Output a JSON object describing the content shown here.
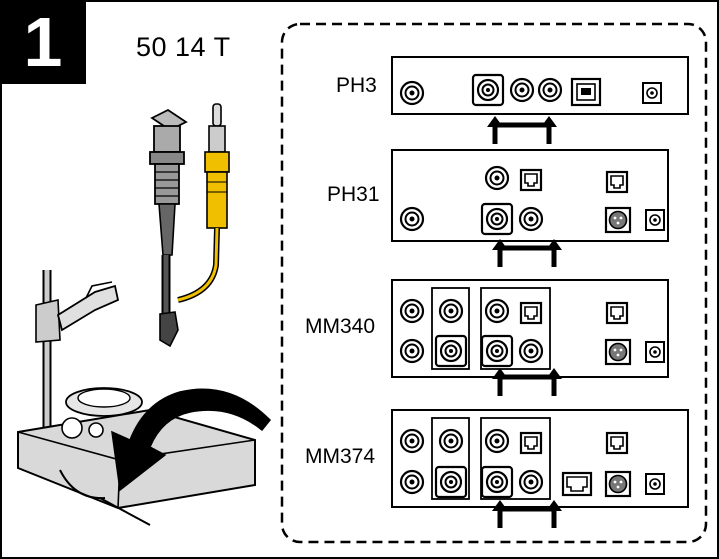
{
  "step": {
    "number": "1"
  },
  "header": {
    "model_code": "50 14 T"
  },
  "meters": [
    {
      "name": "PH3"
    },
    {
      "name": "PH31"
    },
    {
      "name": "MM340"
    },
    {
      "name": "MM374"
    }
  ],
  "colors": {
    "line": "#000000",
    "background": "#ffffff",
    "bnc_gray": "#a0a0a0",
    "banana_yellow": "#f0c000",
    "meter_body": "#d0d0d0"
  },
  "icons": [
    "bnc-connector-icon",
    "banana-plug-icon",
    "meter-stand-illustration",
    "curved-arrow-icon",
    "bridge-arrow-icon",
    "rj-jack-icon",
    "mini-din-jack-icon",
    "coax-jack-icon"
  ]
}
